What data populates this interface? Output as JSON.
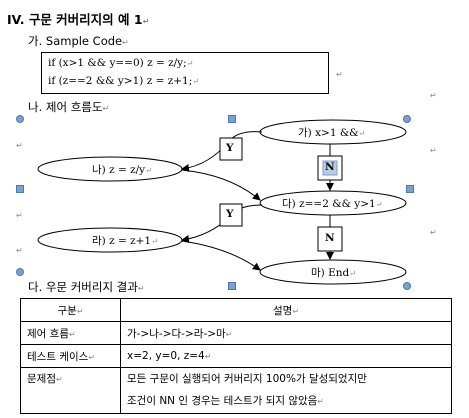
{
  "heading": "IV. 구문 커버리지의 예 1",
  "sections": {
    "sample_code": "가. Sample Code",
    "flow": "나. 제어 흐름도",
    "result": "다. 우문 커버리지 결과"
  },
  "code_lines": [
    "if (x>1 && y==0)  z = z/y;",
    "if (z==2  && y>1)  z = z+1;"
  ],
  "flow_nodes": {
    "ga": "가) x>1 &&",
    "na": "나) z = z/y",
    "da": "다) z==2  && y>1",
    "ra": "라) z = z+1",
    "ma": "마) End"
  },
  "flow_branches": {
    "y1": "Y",
    "n1": "N",
    "y2": "Y",
    "n2": "N"
  },
  "table": {
    "headers": [
      "구분",
      "설명"
    ],
    "rows": [
      {
        "label": "제어 흐름",
        "lines": [
          "가->나->다->라->마"
        ]
      },
      {
        "label": "테스트 케이스",
        "lines": [
          "x=2, y=0, z=4"
        ]
      },
      {
        "label": "문제점",
        "lines": [
          "모든 구문이 실행되어 커버리지 100%가 달성되었지만",
          "조건이 NN 인 경우는 테스트가 되지 않았음"
        ]
      }
    ]
  },
  "colors": {
    "handle": "#7aa0cf",
    "highlight_box": "#b8cce4"
  }
}
